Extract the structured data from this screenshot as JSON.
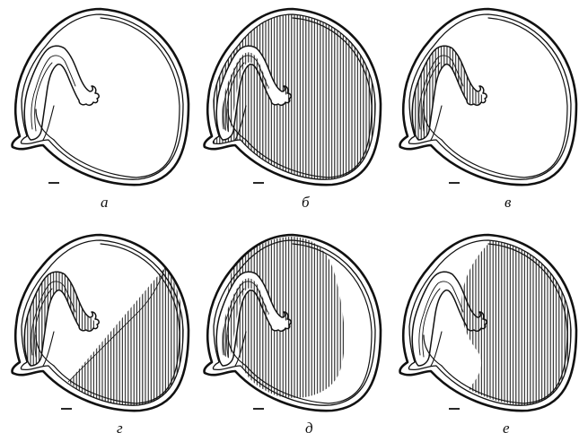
{
  "figure": {
    "panels": [
      {
        "label": "а"
      },
      {
        "label": "б"
      },
      {
        "label": "в"
      },
      {
        "label": "г"
      },
      {
        "label": "д"
      },
      {
        "label": "е"
      }
    ]
  }
}
